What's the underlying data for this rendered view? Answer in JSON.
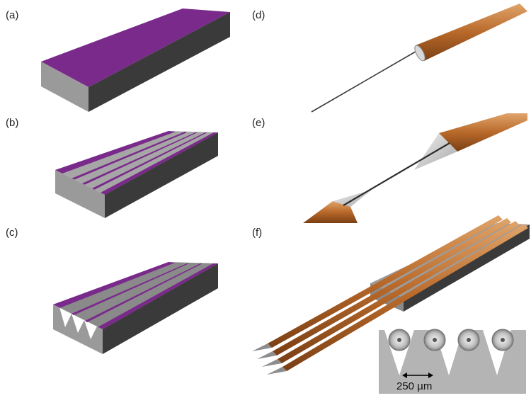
{
  "panels": {
    "a": "(a)",
    "b": "(b)",
    "c": "(c)",
    "d": "(d)",
    "e": "(e)",
    "f": "(f)"
  },
  "inset": {
    "scale_label": "250 µm"
  },
  "colors": {
    "substrate_dark": "#3a3a3a",
    "substrate_front": "#9a9a9a",
    "coating_purple": "#7a2a8a",
    "fiber_copper": "#b8692a",
    "inset_gray": "#b4b4b4"
  }
}
